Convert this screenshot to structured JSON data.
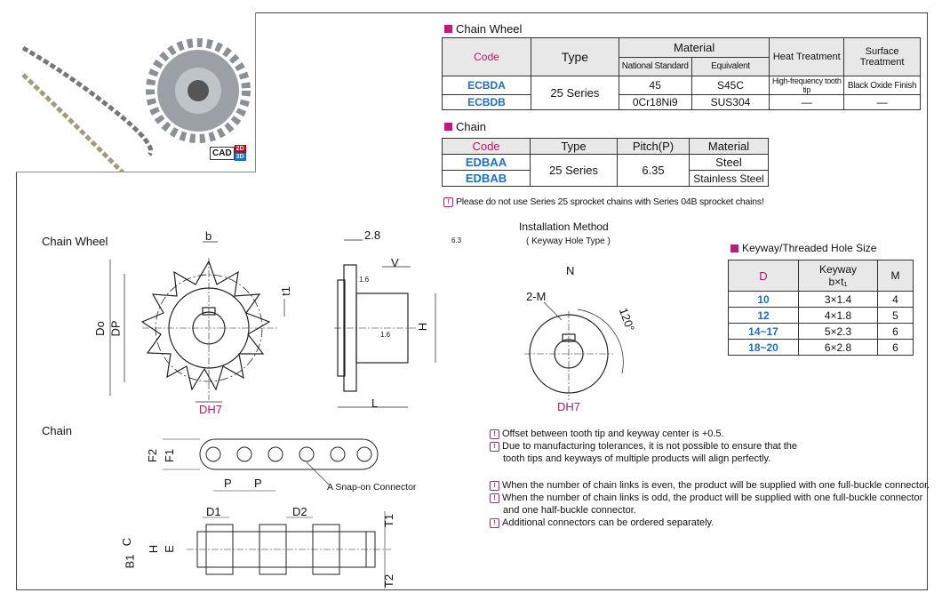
{
  "wheel_table": {
    "title": "Chain Wheel",
    "headers": {
      "code": "Code",
      "type": "Type",
      "material": "Material",
      "national": "National Standard",
      "equivalent": "Equivalent",
      "heat": "Heat Treatment",
      "surface": "Surface Treatment"
    },
    "rows": [
      {
        "code": "ECBDA",
        "type": "25 Series",
        "national": "45",
        "equivalent": "S45C",
        "heat": "High-frequency tooth tip",
        "surface": "Black Oxide Finish"
      },
      {
        "code": "ECBDB",
        "national": "0Cr18Ni9",
        "equivalent": "SUS304",
        "heat": "—",
        "surface": "—"
      }
    ]
  },
  "chain_table": {
    "title": "Chain",
    "headers": {
      "code": "Code",
      "type": "Type",
      "pitch": "Pitch(P)",
      "material": "Material"
    },
    "rows": [
      {
        "code": "EDBAA",
        "type": "25 Series",
        "pitch": "6.35",
        "material": "Steel"
      },
      {
        "code": "EDBAB",
        "material": "Stainless Steel"
      }
    ],
    "note": "Please do not use Series 25 sprocket chains with Series 04B sprocket chains!"
  },
  "keyway_table": {
    "title": "Keyway/Threaded Hole Size",
    "headers": {
      "d": "D",
      "keyway": "Keyway",
      "keyway2": "b×t₁",
      "m": "M"
    },
    "rows": [
      {
        "d": "10",
        "k": "3×1.4",
        "m": "4"
      },
      {
        "d": "12",
        "k": "4×1.8",
        "m": "5"
      },
      {
        "d": "14~17",
        "k": "5×2.3",
        "m": "6"
      },
      {
        "d": "18~20",
        "k": "6×2.8",
        "m": "6"
      }
    ]
  },
  "cad": {
    "label": "CAD",
    "d2": "2D",
    "d3": "3D"
  },
  "drawing": {
    "chain_wheel_label": "Chain Wheel",
    "chain_label": "Chain",
    "install_title": "Installation Method",
    "install_sub": "( Keyway Hole Type )",
    "n_label": "N",
    "two_m": "2-M",
    "angle": "120°",
    "b": "b",
    "do": "Do",
    "dp": "DP",
    "dh7": "DH7",
    "t1": "t1",
    "dim_28": "2.8",
    "v": "V",
    "h": "H",
    "l": "L",
    "rough16a": "1.6",
    "rough16b": "1.6",
    "rough63": "6.3",
    "f2": "F2",
    "f1": "F1",
    "p1": "P",
    "p2": "P",
    "snap": "A Snap-on Connector",
    "d1": "D1",
    "d2": "D2",
    "t1b": "T1",
    "t2": "T2",
    "b1": "B1",
    "c": "C",
    "hh": "H",
    "e": "E"
  },
  "notes": [
    "Offset between tooth tip and keyway center is +0.5.",
    "Due to manufacturing tolerances, it is not possible to ensure that the",
    "tooth tips and keyways of multiple products will align perfectly.",
    "When the number of chain links is even, the product will be supplied with one full-buckle connector.",
    "When the number of chain links is odd, the product will be supplied with one full-buckle connector",
    "and one half-buckle connector.",
    "Additional connectors can be ordered separately."
  ]
}
